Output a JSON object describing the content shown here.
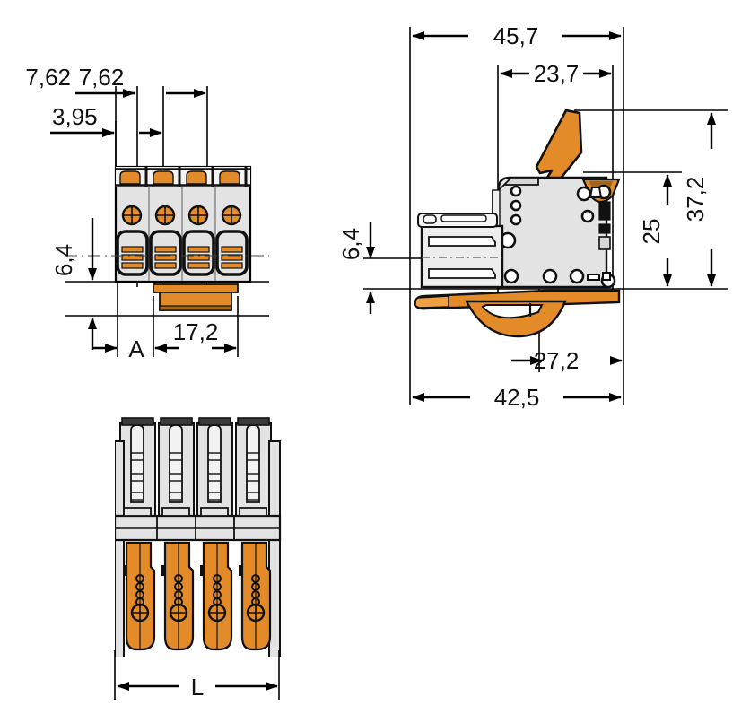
{
  "drawing": {
    "title": "WAGO female connector technical dimension drawing",
    "units": "mm",
    "views": [
      {
        "name": "top-view",
        "label": ""
      },
      {
        "name": "side-view",
        "label": ""
      },
      {
        "name": "front-view",
        "label": ""
      }
    ]
  },
  "colors": {
    "orange": "#E28B28",
    "orange_light": "#EFA141",
    "orange_dark": "#A4651A",
    "body_gray": "#E3E3E3",
    "body_gray_dark": "#CFCFCF",
    "line": "#000000",
    "white": "#FFFFFF"
  },
  "dimensions": {
    "top_view": {
      "pitch_total": "7,62",
      "edge_offset": "3,95",
      "height_offset": "6,4",
      "foot_width": "17,2",
      "position_letter": "A"
    },
    "side_view": {
      "overall_length": "45,7",
      "lever_length": "23,7",
      "overall_height": "37,2",
      "body_height": "25",
      "contact_height": "6,4",
      "latch_length": "27,2",
      "base_length": "42,5"
    },
    "front_view": {
      "total_length": "L"
    }
  },
  "labels": {
    "d_7_62": "7,62",
    "d_3_95": "3,95",
    "d_6_4_top": "6,4",
    "d_17_2": "17,2",
    "d_A": "A",
    "d_45_7": "45,7",
    "d_23_7": "23,7",
    "d_37_2": "37,2",
    "d_25": "25",
    "d_6_4_side": "6,4",
    "d_27_2": "27,2",
    "d_42_5": "42,5",
    "d_L": "L"
  },
  "poles": {
    "count": 4
  }
}
